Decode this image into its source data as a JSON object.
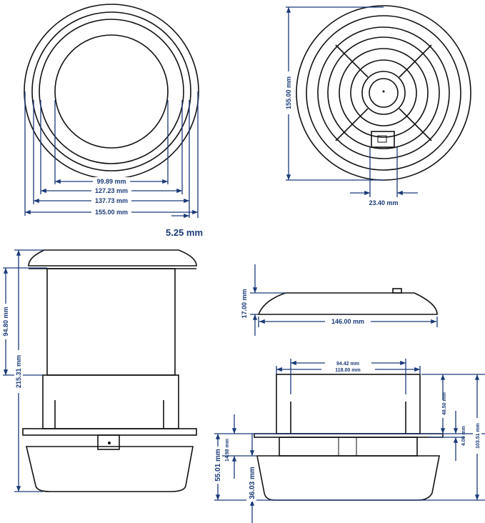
{
  "top_view": {
    "d1": "99.89 mm",
    "d2": "127.23 mm",
    "d3": "137.73 mm",
    "d4": "155.00 mm",
    "rim": "5.25 mm"
  },
  "front_view": {
    "height": "155.00 mm",
    "switch_offset": "23.40 mm"
  },
  "side_view_full": {
    "cylinder_height": "94.80 mm",
    "total_height": "215.31 mm"
  },
  "side_view_lamp": {
    "height": "17.00 mm",
    "width": "146.00 mm"
  },
  "side_view_base": {
    "screw_spacing": "94.42 mm",
    "box_width": "118.00 mm",
    "screw_height": "48.50 mm",
    "flange": "4.00 mm",
    "total": "103.51 mm",
    "band": "14.98 mm",
    "lower": "55.01 mm",
    "bowl": "36.03 mm"
  },
  "colors": {
    "dimension": "#1a3a78",
    "outline": "#111111"
  }
}
